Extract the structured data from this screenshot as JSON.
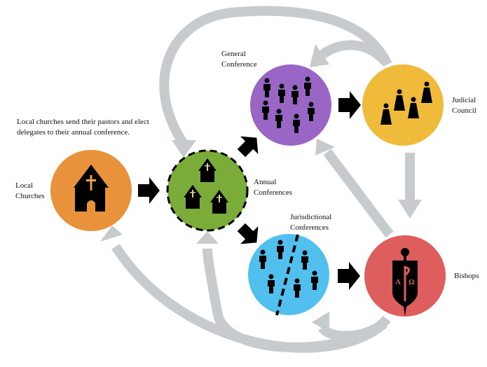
{
  "intro_text": "Local churches send their pastors and elect delegates to their annual conference.",
  "nodes": {
    "local_churches": {
      "label": "Local\nChurches",
      "color": "#e8923c",
      "icon": "church-icon"
    },
    "annual_conferences": {
      "label": "Annual\nConferences",
      "color": "#7bab38",
      "icon": "churches-icon"
    },
    "general_conference": {
      "label": "General\nConference",
      "color": "#9a66c6",
      "icon": "people-icon"
    },
    "judicial_council": {
      "label": "Judicial\nCouncil",
      "color": "#f0bb3a",
      "icon": "robed-people-icon"
    },
    "jurisdictional_conferences": {
      "label": "Jurisdictional\nConferences",
      "color": "#52c0ef",
      "icon": "divided-people-icon"
    },
    "bishops": {
      "label": "Bishops",
      "color": "#de5d5d",
      "icon": "episcopal-shield-icon"
    }
  },
  "colors": {
    "flow_arrow": "#000000",
    "feedback_arrow": "#c8cbce",
    "cross_accent": "#e8a14a"
  }
}
